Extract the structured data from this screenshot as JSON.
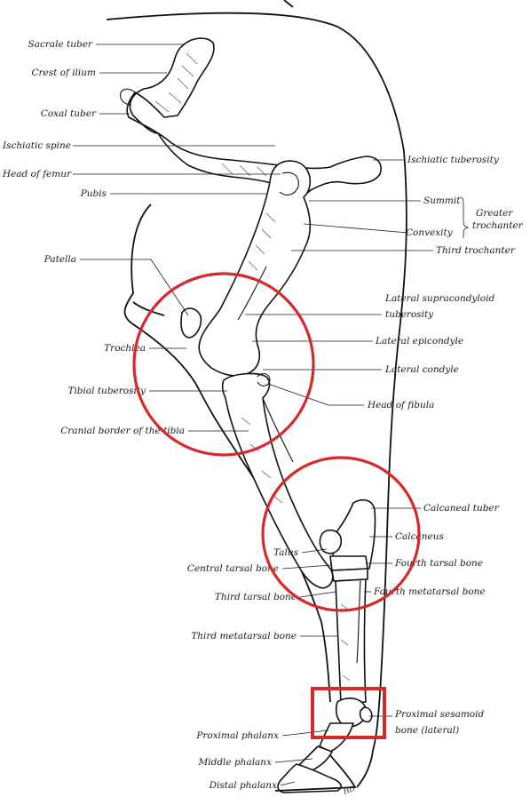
{
  "labels_left": [
    {
      "id": "sacrale-tuber",
      "text": "Sacrale tuber"
    },
    {
      "id": "crest-of-ilium",
      "text": "Crest of ilium"
    },
    {
      "id": "coxal-tuber",
      "text": "Coxal tuber"
    },
    {
      "id": "ischiatic-spine",
      "text": "Ischiatic spine"
    },
    {
      "id": "head-of-femur",
      "text": "Head of femur"
    },
    {
      "id": "pubis",
      "text": "Pubis"
    },
    {
      "id": "patella",
      "text": "Patella"
    },
    {
      "id": "trochlea",
      "text": "Trochlea"
    },
    {
      "id": "tibial-tuberosity",
      "text": "Tibial tuberosity"
    },
    {
      "id": "cranial-border-tibia",
      "text": "Cranial border of the tibia"
    },
    {
      "id": "talus",
      "text": "Talus"
    },
    {
      "id": "central-tarsal-bone",
      "text": "Central tarsal bone"
    },
    {
      "id": "third-tarsal-bone",
      "text": "Third tarsal bone"
    },
    {
      "id": "third-metatarsal-bone",
      "text": "Third metatarsal bone"
    },
    {
      "id": "proximal-phalanx",
      "text": "Proximal phalanx"
    },
    {
      "id": "middle-phalanx",
      "text": "Middle phalanx"
    },
    {
      "id": "distal-phalanx",
      "text": "Distal phalanx"
    }
  ],
  "labels_right": [
    {
      "id": "ischiatic-tuberosity",
      "text": "Ischiatic tuberosity"
    },
    {
      "id": "summit",
      "text": "Summit"
    },
    {
      "id": "convexity",
      "text": "Convexity"
    },
    {
      "id": "greater-trochanter-1",
      "text": "Greater"
    },
    {
      "id": "greater-trochanter-2",
      "text": "trochanter"
    },
    {
      "id": "third-trochanter",
      "text": "Third trochanter"
    },
    {
      "id": "lateral-supracondyloid-1",
      "text": "Lateral supracondyloid"
    },
    {
      "id": "lateral-supracondyloid-2",
      "text": "tuberosity"
    },
    {
      "id": "lateral-epicondyle",
      "text": "Lateral epicondyle"
    },
    {
      "id": "lateral-condyle",
      "text": "Lateral condyle"
    },
    {
      "id": "head-of-fibula",
      "text": "Head of fibula"
    },
    {
      "id": "calcaneal-tuber",
      "text": "Calcaneal tuber"
    },
    {
      "id": "calcaneus",
      "text": "Calcaneus"
    },
    {
      "id": "fourth-tarsal-bone",
      "text": "Fourth tarsal bone"
    },
    {
      "id": "fourth-metatarsal-bone",
      "text": "Fourth metatarsal bone"
    },
    {
      "id": "proximal-sesamoid-1",
      "text": "Proximal sesamoid"
    },
    {
      "id": "proximal-sesamoid-2",
      "text": "bone (lateral)"
    }
  ],
  "signature": "HD",
  "highlight_color": "#d42a2a",
  "line_color": "#111111"
}
